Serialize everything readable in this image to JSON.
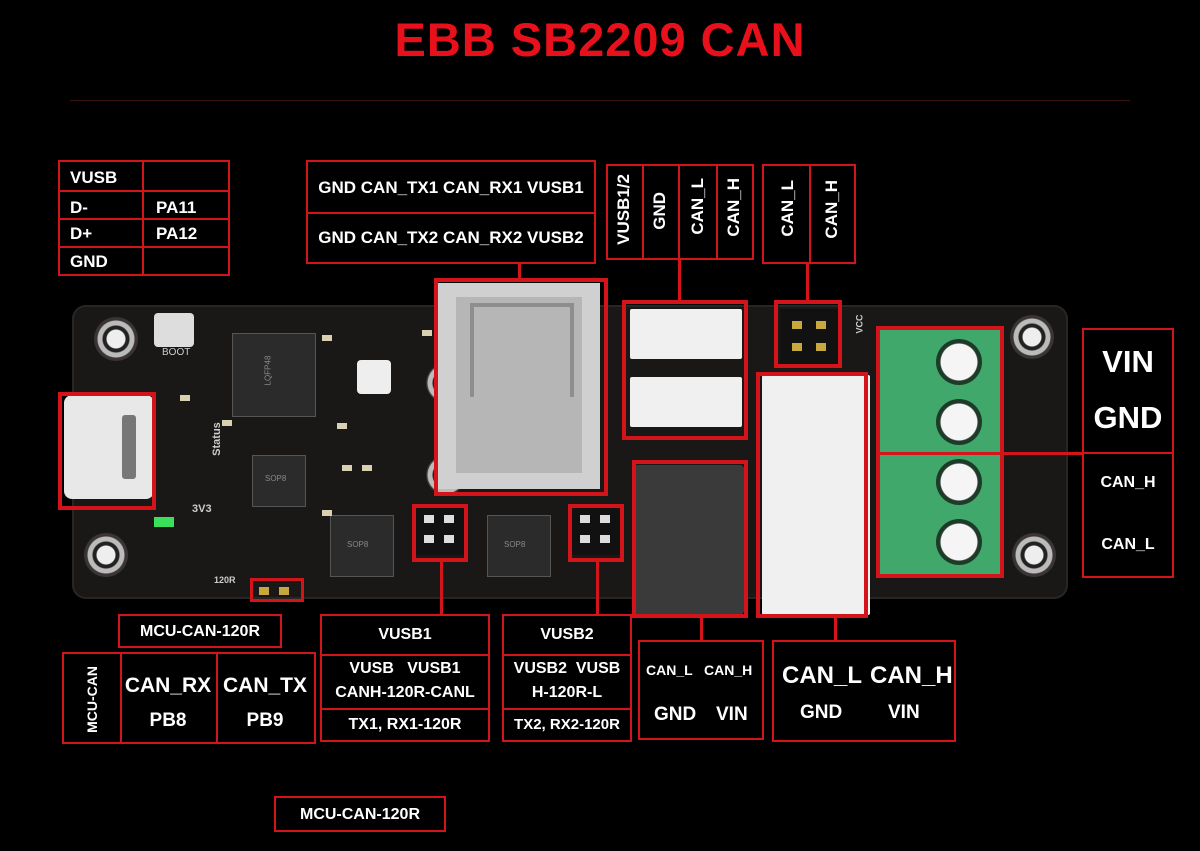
{
  "title": "EBB SB2209 CAN",
  "colors": {
    "accent": "#d4141b",
    "title": "#e8111b",
    "background": "#000000",
    "terminal": "#3fa86a"
  },
  "usb_pin_table": {
    "rows": [
      {
        "name": "VUSB",
        "pin": ""
      },
      {
        "name": "D-",
        "pin": "PA11"
      },
      {
        "name": "D+",
        "pin": "PA12"
      },
      {
        "name": "GND",
        "pin": ""
      }
    ]
  },
  "usb_a_pins": {
    "row1": "GND CAN_TX1 CAN_RX1 VUSB1",
    "row2": "GND CAN_TX2 CAN_RX2 VUSB2"
  },
  "jst_header_pins": [
    "VUSB1/2",
    "GND",
    "CAN_L",
    "CAN_H"
  ],
  "can_header_pins": [
    "CAN_L",
    "CAN_H"
  ],
  "terminal_right": {
    "power": [
      "VIN",
      "GND"
    ],
    "can": [
      "CAN_H",
      "CAN_L"
    ]
  },
  "board_labels": {
    "boot": "BOOT",
    "status": "Status",
    "v33": "3V3",
    "vcc": "VCC",
    "chip": "SOP8",
    "mcu_marking": "LQFP48",
    "r120": "120R"
  },
  "mcu_can_120r_top": "MCU-CAN-120R",
  "mcu_can_table": {
    "side_label": "MCU-CAN",
    "columns": [
      {
        "name": "CAN_RX",
        "pin": "PB8"
      },
      {
        "name": "CAN_TX",
        "pin": "PB9"
      }
    ]
  },
  "vusb1_box": {
    "header": "VUSB1",
    "line1": "VUSB   VUSB1",
    "line2": "CANH-120R-CANL",
    "footer": "TX1, RX1-120R"
  },
  "vusb2_box": {
    "header": "VUSB2",
    "line1": "VUSB2  VUSB",
    "line2": "H-120R-L",
    "footer": "TX2, RX2-120R"
  },
  "xt_small_box": {
    "top": [
      "CAN_L",
      "CAN_H"
    ],
    "bottom": [
      "GND",
      "VIN"
    ]
  },
  "xt_large_box": {
    "top": [
      "CAN_L",
      "CAN_H"
    ],
    "bottom": [
      "GND",
      "VIN"
    ]
  },
  "mcu_can_120r_bottom": "MCU-CAN-120R"
}
